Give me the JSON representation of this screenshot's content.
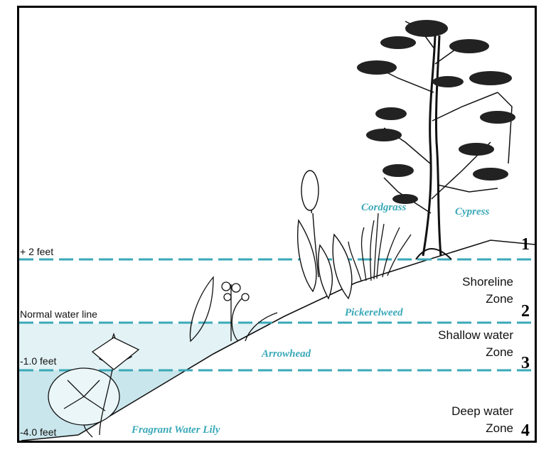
{
  "levels": {
    "plus2": "+ 2 feet",
    "normal": "Normal water line",
    "minus1": "-1.0 feet",
    "minus4": "-4.0 feet"
  },
  "plants": {
    "cypress": "Cypress",
    "cordgrass": "Cordgrass",
    "pickerelweed": "Pickerelweed",
    "arrowhead": "Arrowhead",
    "lily": "Fragrant Water Lily"
  },
  "zones": {
    "shoreline_l1": "Shoreline",
    "shoreline_l2": "Zone",
    "shallow_l1": "Shallow water",
    "shallow_l2": "Zone",
    "deep_l1": "Deep water",
    "deep_l2": "Zone"
  },
  "numbers": [
    "1",
    "2",
    "3",
    "4"
  ],
  "colors": {
    "water_shallow": "#e2f2f5",
    "water_deep": "#c9e6ec",
    "dash": "#3aa9b8",
    "label": "#3aa9b8"
  }
}
